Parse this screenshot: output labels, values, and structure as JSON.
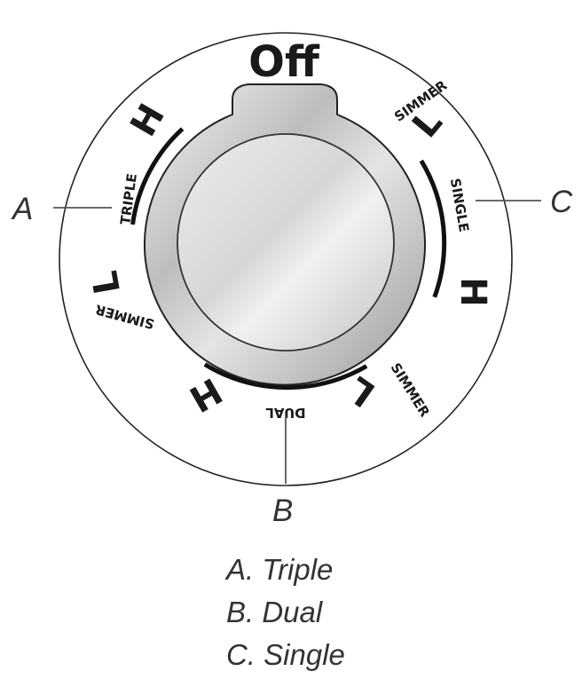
{
  "figure": {
    "off_label": "Off",
    "settings": {
      "triple": {
        "high": "H",
        "name": "TRIPLE",
        "low": "L",
        "simmer": "SIMMER"
      },
      "single": {
        "simmer": "SIMMER",
        "low": "L",
        "name": "SINGLE",
        "high": "H"
      },
      "dual": {
        "high": "H",
        "name": "DUAL",
        "low": "L",
        "simmer": "SIMMER"
      }
    },
    "callouts": {
      "a": "A",
      "b": "B",
      "c": "C"
    },
    "legend": [
      "A. Triple",
      "B. Dual",
      "C. Single"
    ]
  }
}
